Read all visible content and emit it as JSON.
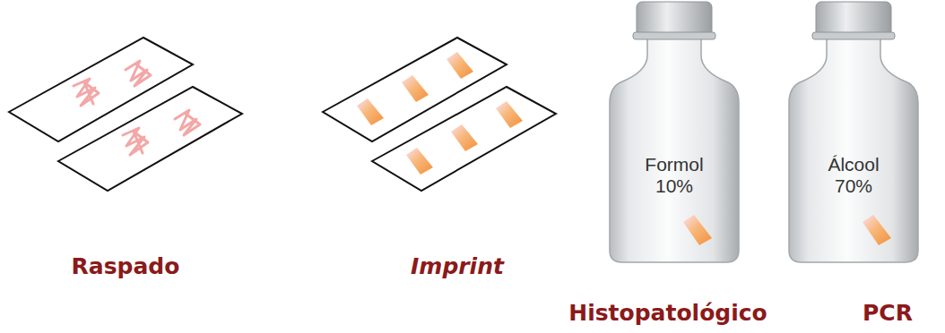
{
  "diagram": {
    "nodes": [
      {
        "text": [
          "Formol 10%",
          "Histopatológico"
        ]
      },
      {
        "text": [
          "Álcool 70%",
          "PCR"
        ]
      }
    ],
    "labels": [
      "Raspado",
      "Imprint"
    ]
  }
}
